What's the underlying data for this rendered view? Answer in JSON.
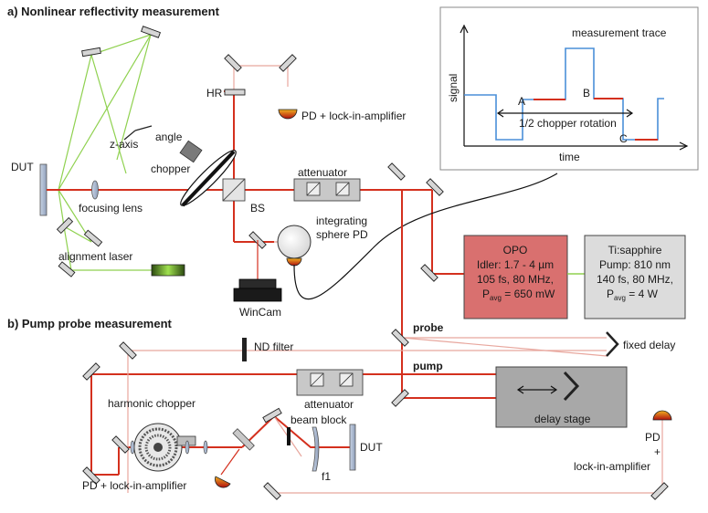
{
  "section_a": {
    "title": "a) Nonlinear reflectivity measurement"
  },
  "section_b": {
    "title": "b) Pump probe measurement"
  },
  "labels": {
    "dut_a": "DUT",
    "z_axis": "z-axis",
    "angle": "angle",
    "chopper": "chopper",
    "focusing_lens": "focusing lens",
    "alignment_laser": "alignment laser",
    "hr": "HR",
    "pd_lockin_a": "PD + lock-in-amplifier",
    "bs": "BS",
    "attenuator_a": "attenuator",
    "integrating_1": "integrating",
    "integrating_2": "sphere PD",
    "wincam": "WinCam",
    "probe": "probe",
    "pump": "pump",
    "nd_filter": "ND filter",
    "fixed_delay": "fixed delay",
    "attenuator_b": "attenuator",
    "delay_stage": "delay stage",
    "harmonic_chopper": "harmonic chopper",
    "beam_block": "beam block",
    "dut_b": "DUT",
    "f1": "f1",
    "pd_lockin_b": "PD + lock-in-amplifier",
    "pd_b": "PD",
    "plus_b": "+",
    "lockin_b": "lock-in-amplifier"
  },
  "opo": {
    "title": "OPO",
    "line1": "Idler: 1.7 - 4 µm",
    "line2": "105 fs, 80 MHz,",
    "line3_p": "P",
    "line3_sub": "avg",
    "line3_val": " = 650 mW"
  },
  "tisapph": {
    "title": "Ti:sapphire",
    "line1": "Pump: 810 nm",
    "line2": "140 fs, 80 MHz,",
    "line3_p": "P",
    "line3_sub": "avg",
    "line3_val": " = 4 W"
  },
  "trace": {
    "title": "measurement trace",
    "ylabel": "signal",
    "xlabel": "time",
    "mark_a": "A",
    "mark_b": "B",
    "mark_c": "C",
    "rotation": "1/2 chopper rotation"
  },
  "colors": {
    "beam": "#d4301e",
    "beam_faint": "#e8a79e",
    "alignment": "#8fd14f",
    "trace": "#4a8fd8",
    "opo_fill": "#d9706f",
    "ti_fill": "#dcdcdc",
    "stage_fill": "#a8a8a8",
    "attenuator_fill": "#c8c8c8"
  }
}
